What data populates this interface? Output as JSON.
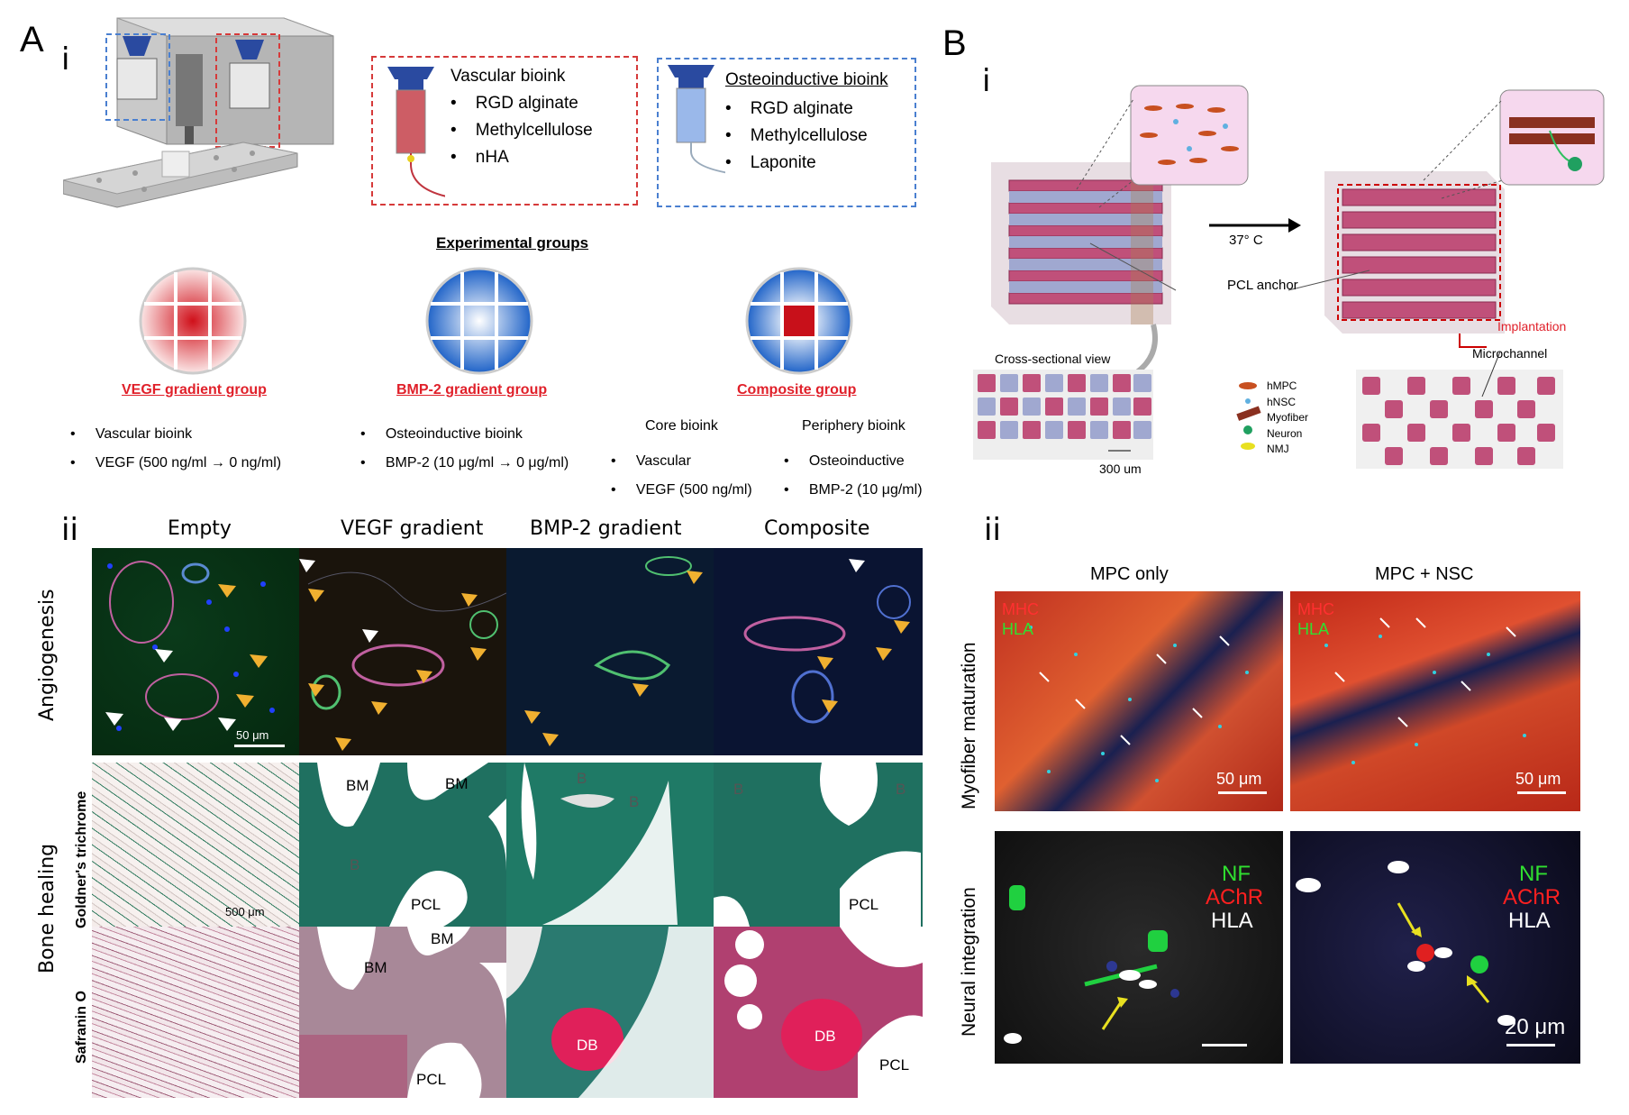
{
  "panelA": {
    "letter": "A",
    "sub_i": "i",
    "sub_ii": "ii",
    "vascular_bioink": {
      "title": "Vascular bioink",
      "items": [
        "RGD alginate",
        "Methylcellulose",
        "nHA"
      ]
    },
    "osteo_bioink": {
      "title": "Osteoinductive bioink",
      "items": [
        "RGD alginate",
        "Methylcellulose",
        "Laponite"
      ]
    },
    "experimental_groups": "Experimental groups",
    "groups": [
      {
        "name": "VEGF gradient group",
        "bullets": [
          "Vascular  bioink",
          "VEGF (500 ng/ml → 0 ng/ml)"
        ]
      },
      {
        "name": "BMP-2 gradient group",
        "bullets": [
          "Osteoinductive  bioink",
          "BMP-2 (10 μg/ml → 0 μg/ml)"
        ]
      },
      {
        "name": "Composite group",
        "core_title": "Core bioink",
        "core_bullets": [
          "Vascular",
          "VEGF (500 ng/ml)"
        ],
        "periphery_title": "Periphery bioink",
        "periphery_bullets": [
          "Osteoinductive",
          "BMP-2 (10 μg/ml)"
        ]
      }
    ],
    "columns": [
      "Empty",
      "VEGF gradient",
      "BMP-2 gradient",
      "Composite"
    ],
    "row_angiogenesis": "Angiogenesis",
    "row_bone_healing": "Bone healing",
    "row_goldner": "Goldner's trichrome",
    "row_safranin": "Safranin O",
    "scale_50": "50 μm",
    "scale_500": "500 μm",
    "labels": {
      "BM": "BM",
      "B": "B",
      "PCL": "PCL",
      "DB": "DB"
    }
  },
  "panelB": {
    "letter": "B",
    "sub_i": "i",
    "sub_ii": "ii",
    "temp": "37° C",
    "pcl_anchor": "PCL anchor",
    "implantation": "Implantation",
    "cross_section": "Cross-sectional view",
    "size": "300 um",
    "microchannel": "Microchannel",
    "legend": [
      "hMPC",
      "hNSC",
      "Myofiber",
      "Neuron",
      "NMJ"
    ],
    "columns": [
      "MPC only",
      "MPC + NSC"
    ],
    "row_myofiber": "Myofiber maturation",
    "row_neural": "Neural integration",
    "mhc": "MHC",
    "hla": "HLA",
    "nf": "NF",
    "achr": "AChR",
    "scale_50": "50 μm",
    "scale_20": "20 μm"
  },
  "colors": {
    "red": "#e0202a",
    "blue": "#3a72d0",
    "pink": "#b5446e",
    "teal": "#1d6e63"
  }
}
